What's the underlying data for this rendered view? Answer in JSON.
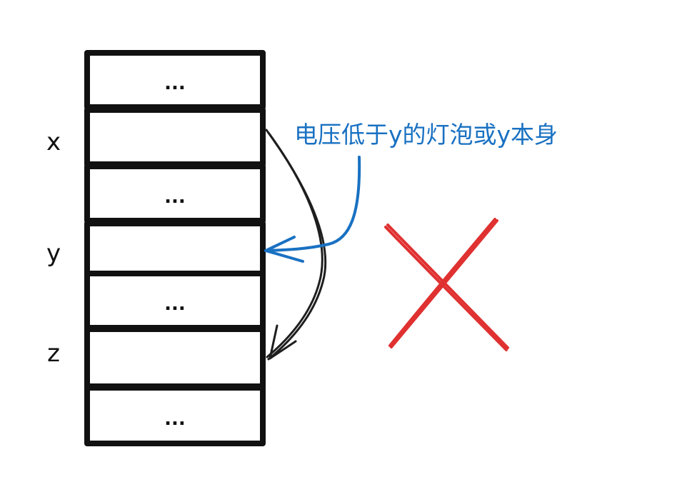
{
  "cells": [
    {
      "text": "..."
    },
    {
      "text": ""
    },
    {
      "text": "..."
    },
    {
      "text": ""
    },
    {
      "text": "..."
    },
    {
      "text": ""
    },
    {
      "text": "..."
    }
  ],
  "row_labels": {
    "x": "x",
    "y": "y",
    "z": "z"
  },
  "annotation": {
    "text": "电压低于y的灯泡或y本身"
  },
  "colors": {
    "ink": "#111111",
    "annotation_blue": "#1971c2",
    "cross_red": "#e03131"
  },
  "icons": {
    "cross": "cross-mark-icon"
  }
}
